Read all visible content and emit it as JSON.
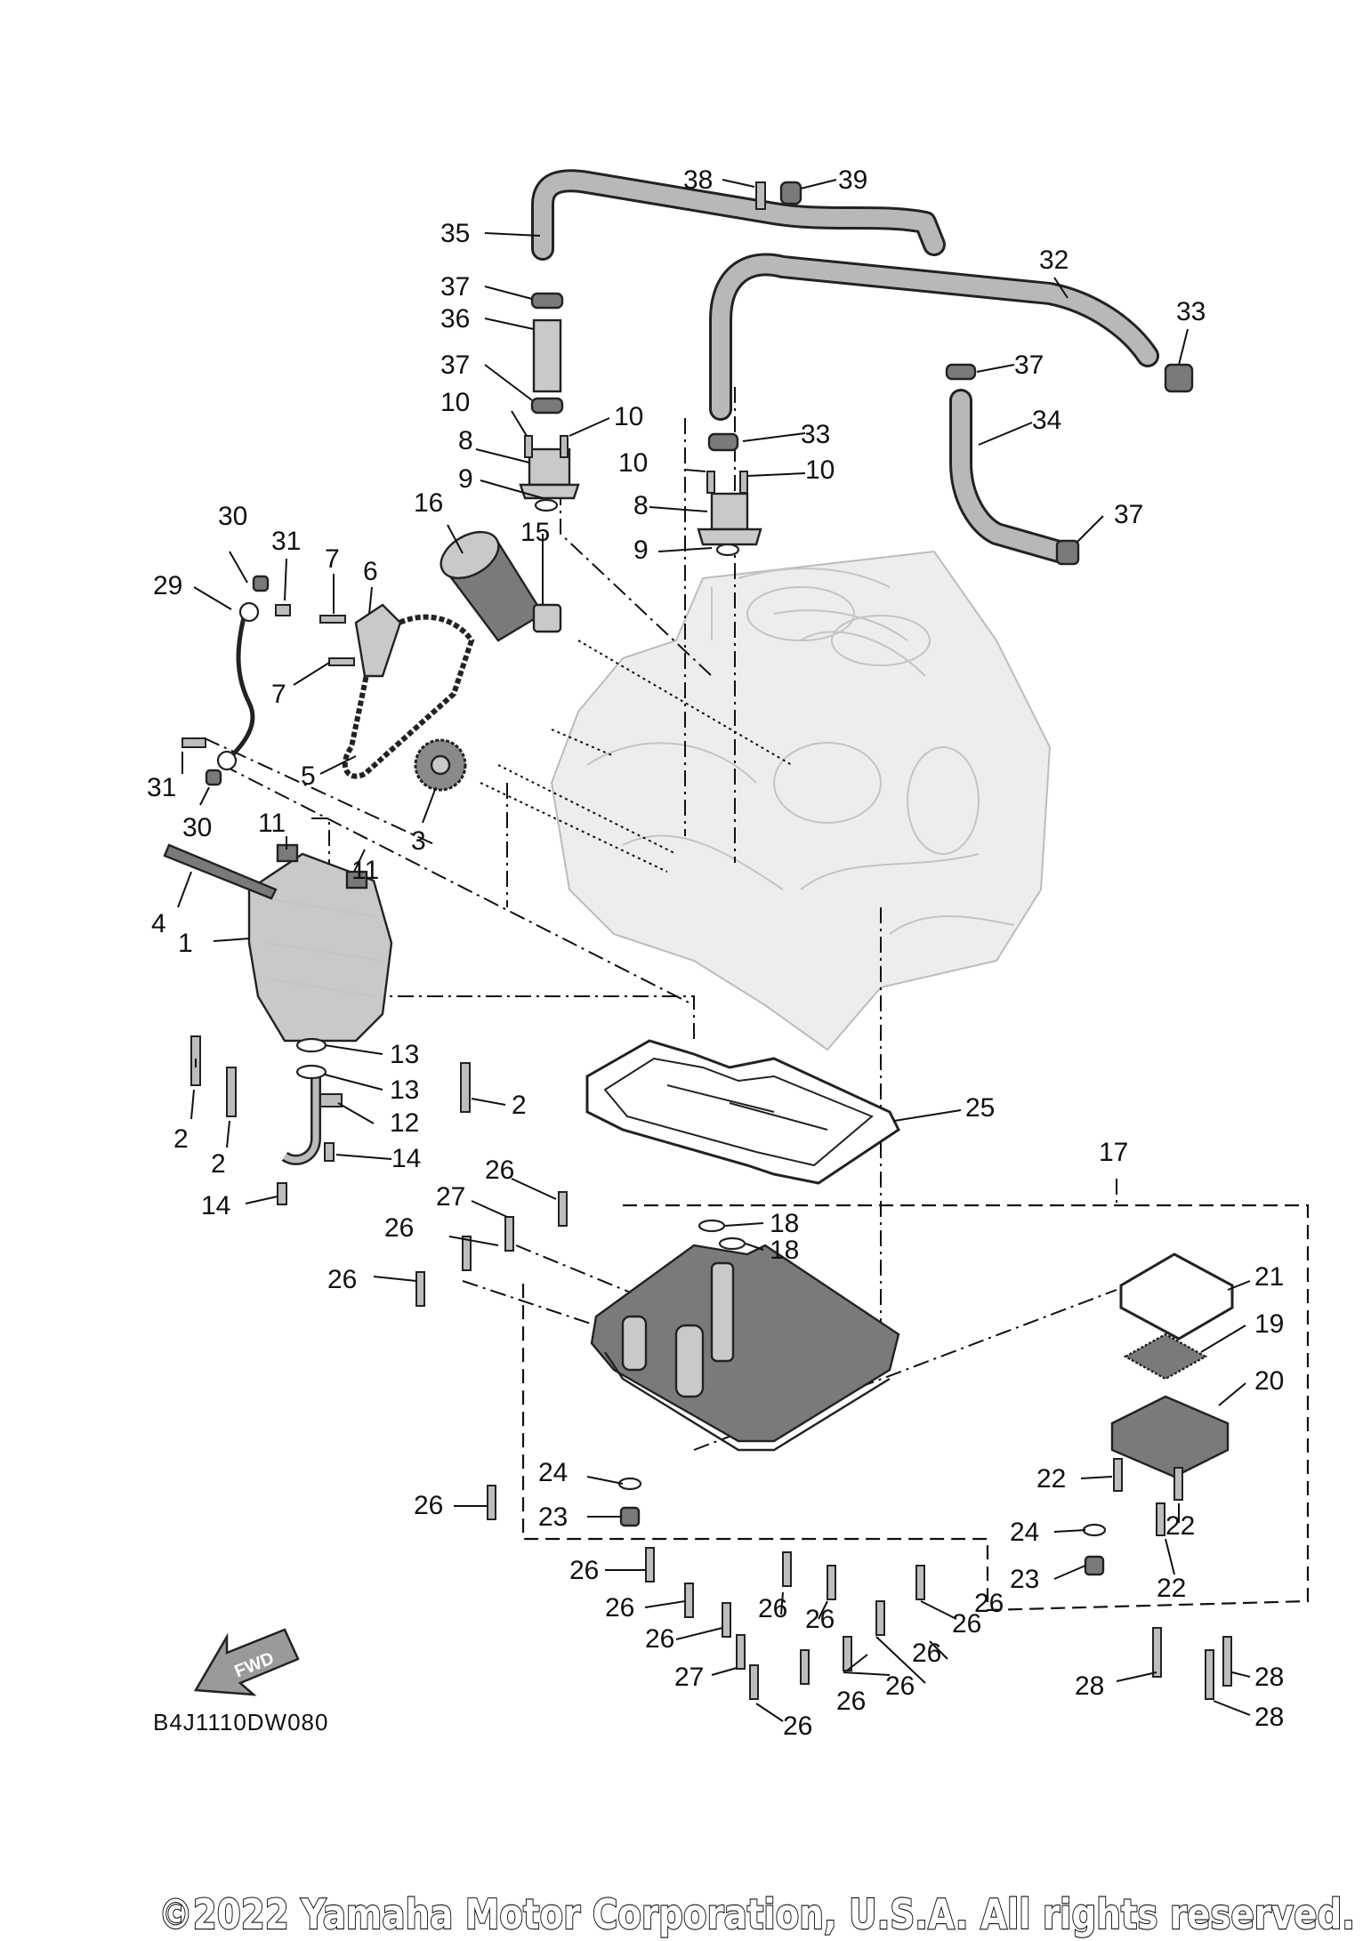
{
  "diagram": {
    "drawing_code": "B4J1110DW080",
    "copyright": "©2022 Yamaha Motor Corporation, U.S.A. All rights reserved.",
    "fwd_label": "FWD",
    "callouts": [
      "1",
      "2",
      "2",
      "2",
      "2",
      "3",
      "4",
      "5",
      "6",
      "7",
      "7",
      "8",
      "8",
      "9",
      "9",
      "10",
      "10",
      "10",
      "10",
      "11",
      "11",
      "12",
      "13",
      "13",
      "14",
      "14",
      "15",
      "16",
      "17",
      "18",
      "18",
      "19",
      "20",
      "21",
      "22",
      "22",
      "22",
      "23",
      "23",
      "24",
      "24",
      "25",
      "26",
      "26",
      "26",
      "26",
      "26",
      "26",
      "26",
      "26",
      "26",
      "26",
      "26",
      "26",
      "26",
      "26",
      "26",
      "26",
      "26",
      "27",
      "27",
      "28",
      "28",
      "28",
      "29",
      "30",
      "30",
      "31",
      "31",
      "32",
      "33",
      "33",
      "34",
      "35",
      "36",
      "37",
      "37",
      "37",
      "37",
      "38",
      "39"
    ]
  }
}
